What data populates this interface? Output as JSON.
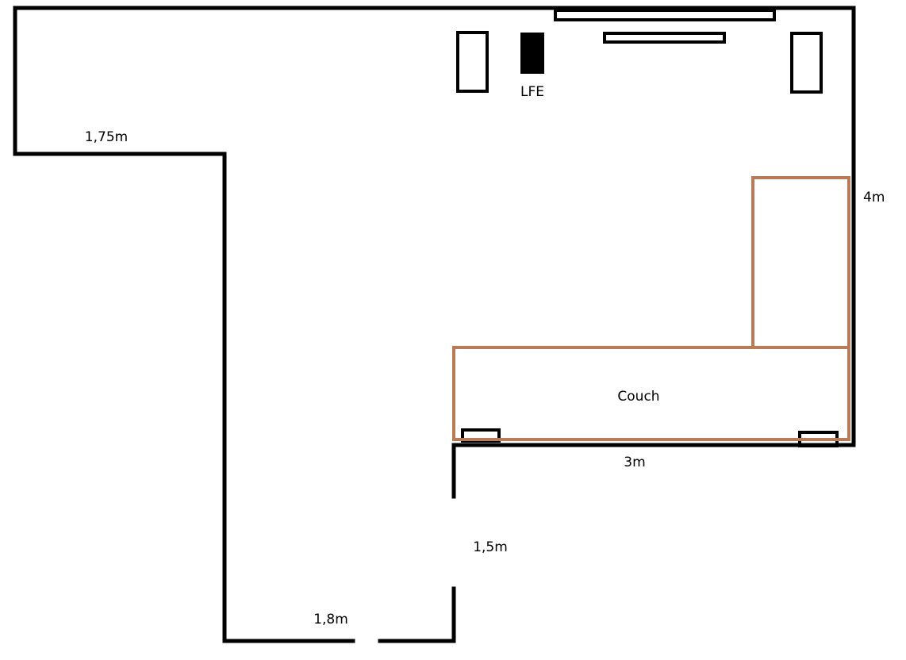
{
  "labels": {
    "lfe": "LFE",
    "couch": "Couch",
    "left_width": "1,75m",
    "right_depth": "4m",
    "couch_wall": "3m",
    "opening": "1,5m",
    "bottom_width": "1,8m"
  },
  "colors": {
    "walls": "#000000",
    "couch": "#b97a57"
  }
}
